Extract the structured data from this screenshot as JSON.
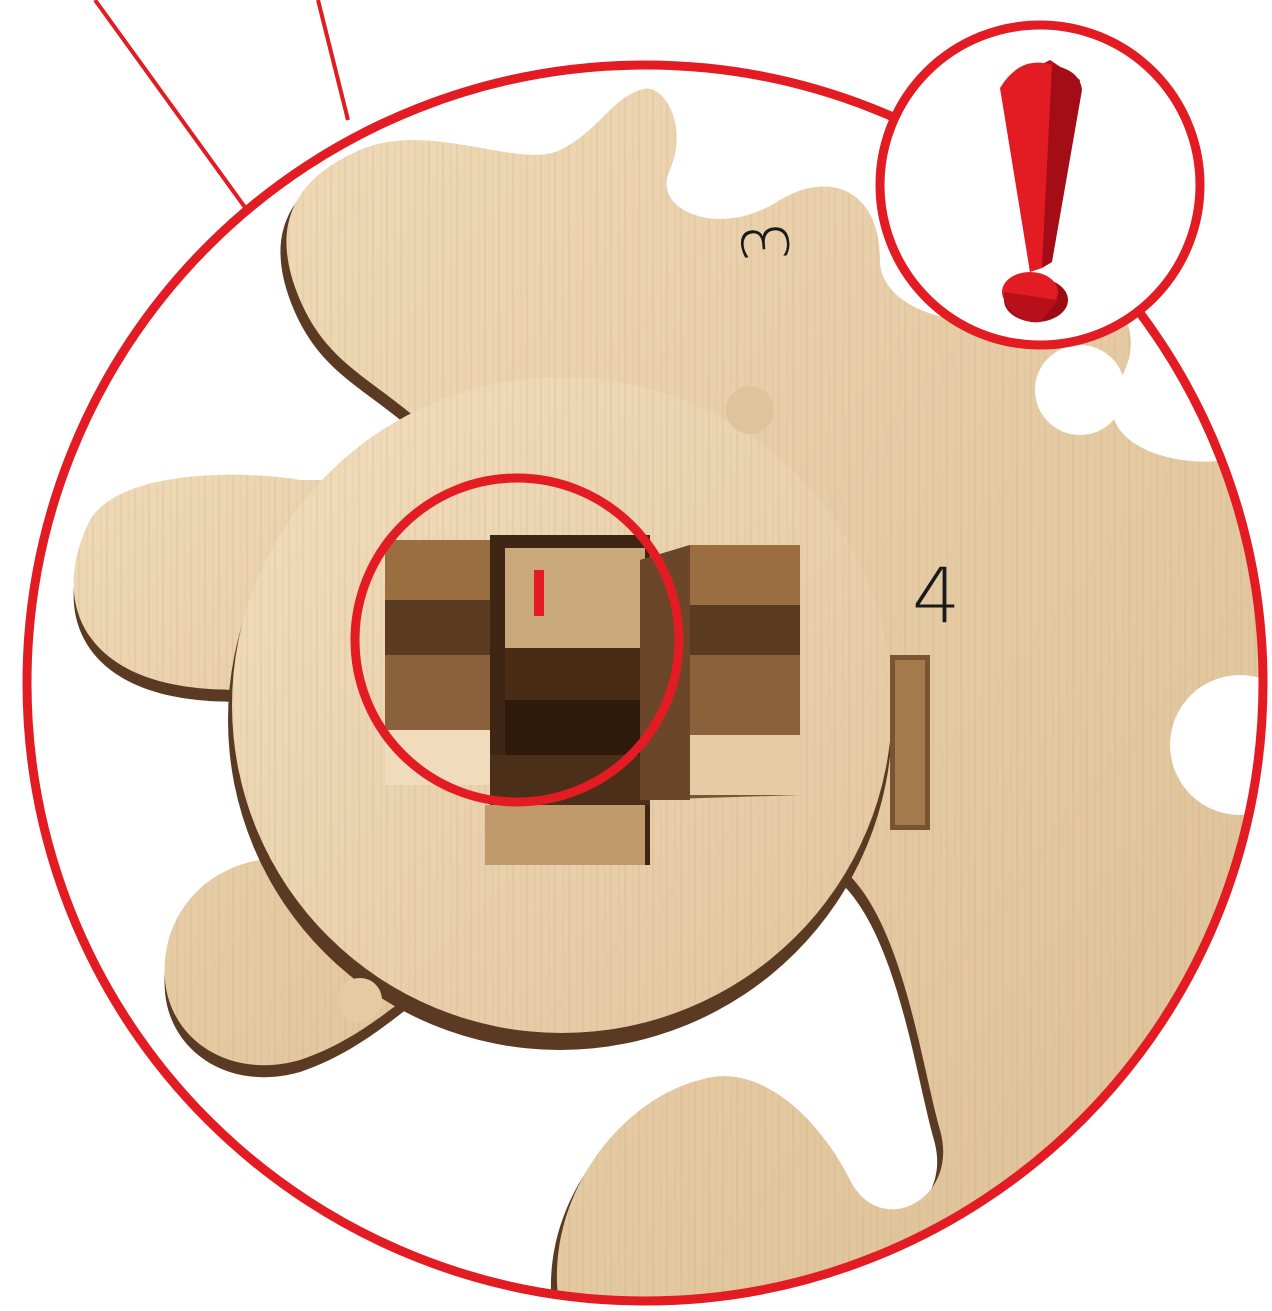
{
  "diagram": {
    "gear_labels": {
      "part_3": "3",
      "part_4": "4"
    },
    "alignment_mark": "I",
    "warning_symbol": "!",
    "colors": {
      "callout_red": "#e31b23",
      "wood_light": "#ead2ae",
      "wood_mid": "#dfc39b",
      "wood_edge": "#5a3a22",
      "wood_dark": "#6e4a2c",
      "wood_darkest": "#3f2614",
      "mark_red": "#e31b23"
    },
    "icons": [
      "warning-exclamation-icon",
      "gear-part",
      "hub-disc",
      "key-axle"
    ]
  }
}
